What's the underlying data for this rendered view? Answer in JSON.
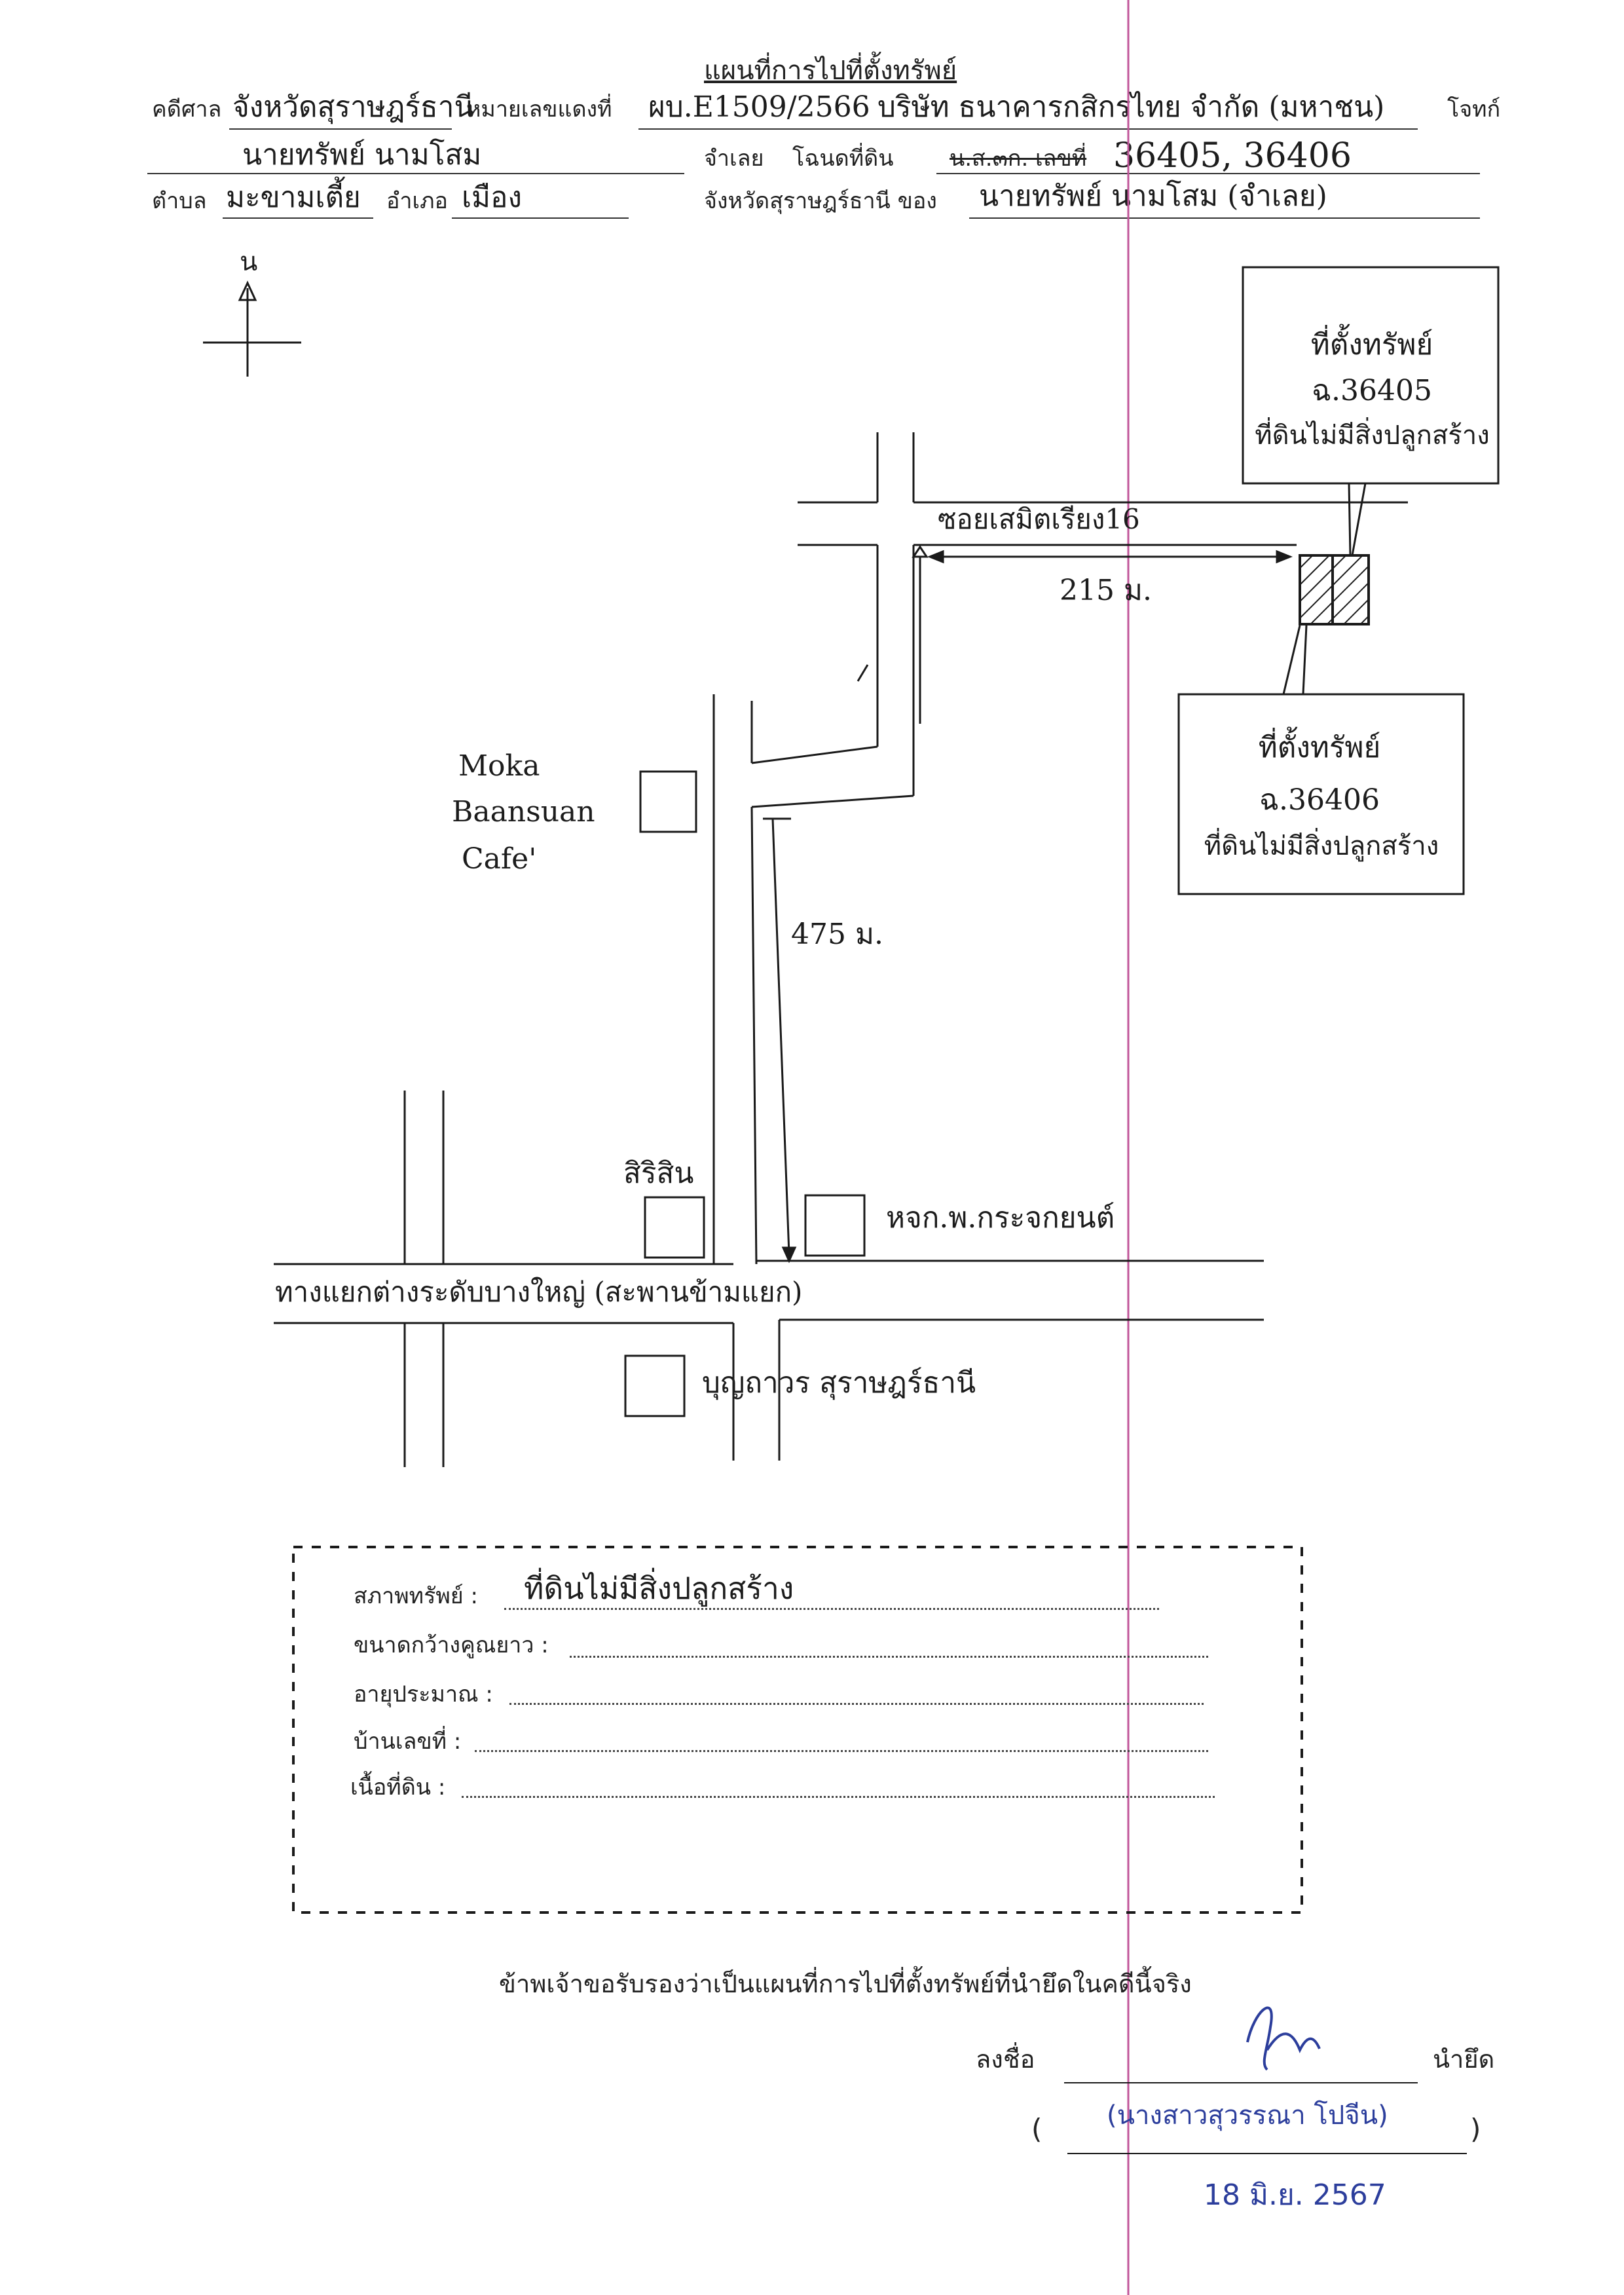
{
  "header": {
    "title": "แผนที่การไปที่ตั้งทรัพย์",
    "court_label": "คดีศาล",
    "court_value": "จังหวัดสุราษฎร์ธานี",
    "case_label": "หมายเลขแดงที่",
    "case_value": "ผบ.E1509/2566",
    "plaintiff_value": "บริษัท ธนาคารกสิกรไทย จำกัด (มหาชน)",
    "plaintiff_label": "โจทก์",
    "defendant_value": "นายทรัพย์ นามโสม",
    "defendant_label": "จำเลย",
    "deed_label": "โฉนดที่ดิน",
    "deed_struck": "น.ส.๓ก. เลขที่",
    "deed_value": "36405, 36406",
    "tambon_label": "ตำบล",
    "tambon_value": "มะขามเตี้ย",
    "amphoe_label": "อำเภอ",
    "amphoe_value": "เมือง",
    "province_label": "จังหวัดสุราษฎร์ธานี ของ",
    "owner_value": "นายทรัพย์ นามโสม (จำเลย)"
  },
  "map": {
    "north_label": "น",
    "street_top": "ซอยเสมิตเรียง16",
    "dist_top": "215 ม.",
    "dist_mid": "475 ม.",
    "callout_a": [
      "ที่ตั้งทรัพย์",
      "ฉ.36405",
      "ที่ดินไม่มีสิ่งปลูกสร้าง"
    ],
    "callout_b": [
      "ที่ตั้งทรัพย์",
      "ฉ.36406",
      "ที่ดินไม่มีสิ่งปลูกสร้าง"
    ],
    "landmark_cafe": [
      "Moka",
      "Baansuan",
      "Cafe'"
    ],
    "landmark_sirisin": "สิริสิน",
    "landmark_hang": "หจก.พ.กระจกยนต์",
    "main_road": "ทางแยกต่างระดับบางใหญ่ (สะพานข้ามแยก)",
    "landmark_boonthavorn": "บุญถาวร สุราษฎร์ธานี"
  },
  "info_box": {
    "rows": [
      {
        "label": "สภาพทรัพย์ :",
        "value": "ที่ดินไม่มีสิ่งปลูกสร้าง"
      },
      {
        "label": "ขนาดกว้างคูณยาว :",
        "value": ""
      },
      {
        "label": "อายุประมาณ :",
        "value": ""
      },
      {
        "label": "บ้านเลขที่ :",
        "value": ""
      },
      {
        "label": "เนื้อที่ดิน :",
        "value": ""
      }
    ]
  },
  "certification": {
    "statement": "ข้าพเจ้าขอรับรองว่าเป็นแผนที่การไปที่ตั้งทรัพย์ที่นำยึดในคดีนี้จริง",
    "sign_label": "ลงชื่อ",
    "role": "นำยึด",
    "paren_open": "(",
    "paren_close": ")",
    "name": "(นางสาวสุวรรณา โปจีน)",
    "date_stamp": "18 มิ.ย. 2567"
  },
  "colors": {
    "ink": "#1c1c1c",
    "stamp_blue": "#2c3e9c",
    "margin_line": "#c0569a"
  }
}
